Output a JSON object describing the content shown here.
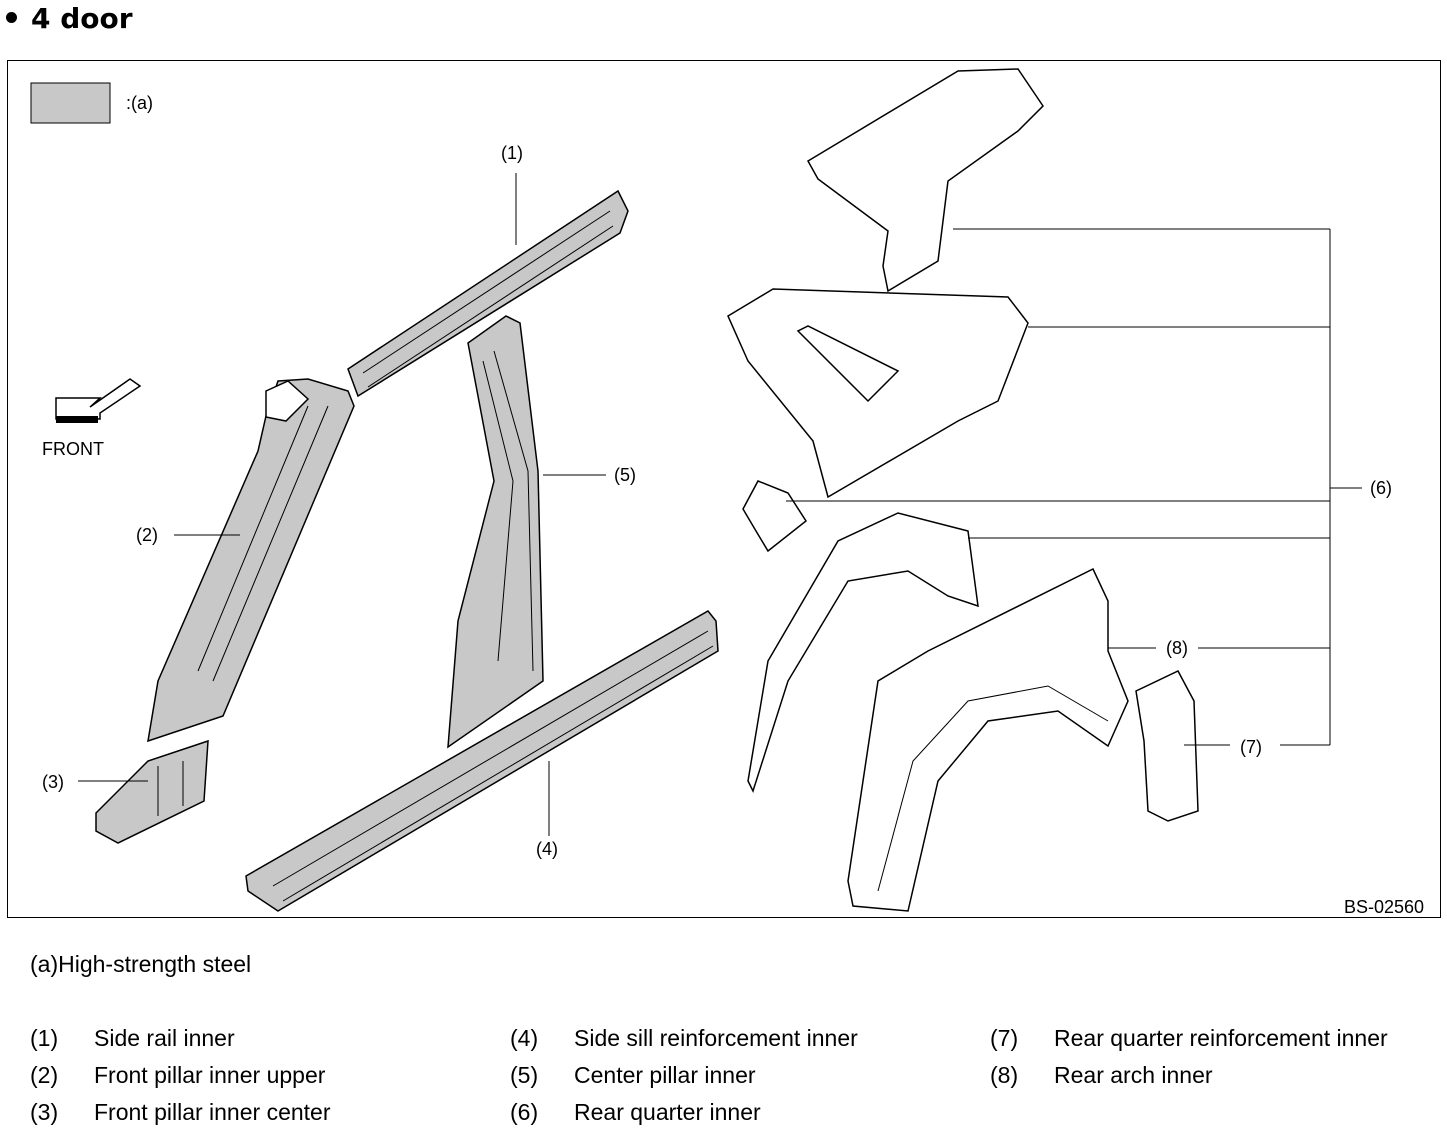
{
  "heading": "4 door",
  "key": {
    "swatch_color": "#c8c8c8",
    "label": ":(a)"
  },
  "front_label": "FRONT",
  "figure_code": "BS-02560",
  "callouts": {
    "c1": "(1)",
    "c2": "(2)",
    "c3": "(3)",
    "c4": "(4)",
    "c5": "(5)",
    "c6": "(6)",
    "c7": "(7)",
    "c8": "(8)"
  },
  "material_note": {
    "key": "(a)",
    "text": "High-strength steel"
  },
  "parts": [
    {
      "num": "(1)",
      "name": "Side rail inner"
    },
    {
      "num": "(2)",
      "name": "Front pillar inner upper"
    },
    {
      "num": "(3)",
      "name": "Front pillar inner center"
    },
    {
      "num": "(4)",
      "name": "Side sill reinforcement inner"
    },
    {
      "num": "(5)",
      "name": "Center pillar inner"
    },
    {
      "num": "(6)",
      "name": "Rear quarter inner"
    },
    {
      "num": "(7)",
      "name": "Rear quarter reinforcement inner"
    },
    {
      "num": "(8)",
      "name": "Rear arch inner"
    }
  ],
  "colors": {
    "high_strength_fill": "#c8c8c8",
    "line": "#000000"
  }
}
